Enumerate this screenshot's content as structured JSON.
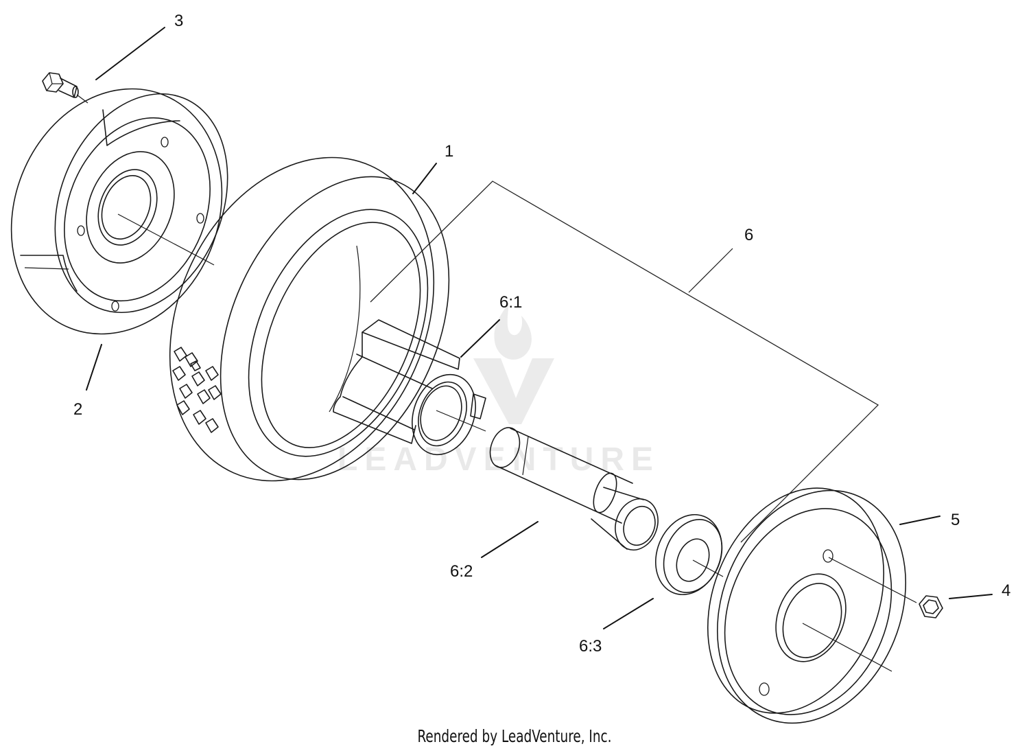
{
  "callouts": {
    "c1": "1",
    "c2": "2",
    "c3": "3",
    "c4": "4",
    "c5": "5",
    "c6": "6",
    "c6_1": "6:1",
    "c6_2": "6:2",
    "c6_3": "6:3"
  },
  "watermark": "LEADVENTURE",
  "footer": "Rendered by LeadVenture, Inc.",
  "colors": {
    "line": "#1a1a1a",
    "watermark": "#d8d8d8",
    "background": "#ffffff"
  }
}
